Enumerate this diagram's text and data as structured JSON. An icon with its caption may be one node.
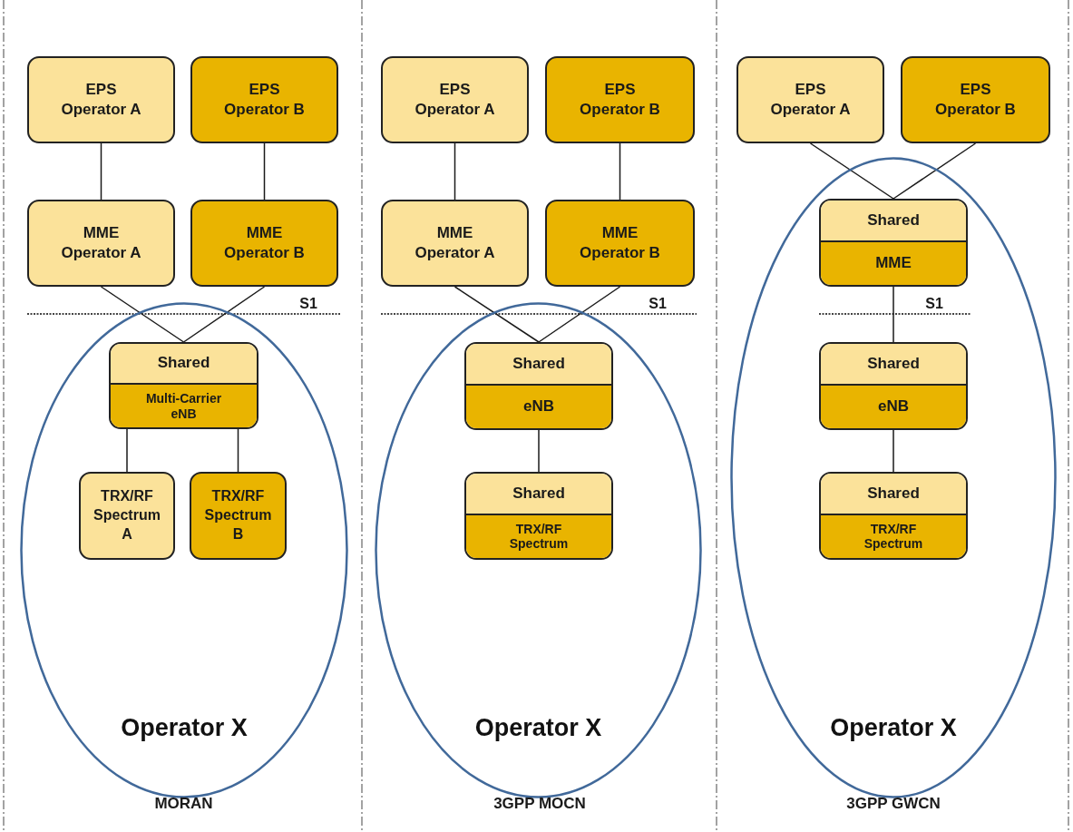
{
  "diagram": {
    "nodes": [
      {
        "text": [
          "EPS Operator A"
        ]
      },
      {
        "text": [
          "EPS Operator B"
        ]
      },
      {
        "text": [
          "MME Operator A"
        ]
      },
      {
        "text": [
          "MME Operator B"
        ]
      },
      {
        "text": [
          "Operator X"
        ]
      },
      {
        "text": [
          "Shared",
          "Multi-Carrier eNB"
        ],
        "in": 4
      },
      {
        "text": [
          "TRX/RF Spectrum A"
        ],
        "in": 4
      },
      {
        "text": [
          "TRX/RF Spectrum B"
        ],
        "in": 4
      },
      {
        "text": [
          "EPS Operator A"
        ]
      },
      {
        "text": [
          "EPS Operator B"
        ]
      },
      {
        "text": [
          "MME Operator A"
        ]
      },
      {
        "text": [
          "MME Operator B"
        ]
      },
      {
        "text": [
          "Operator X"
        ]
      },
      {
        "text": [
          "Shared",
          "eNB"
        ],
        "in": 12
      },
      {
        "text": [
          "Shared",
          "TRX/RF Spectrum"
        ],
        "in": 12
      },
      {
        "text": [
          "EPS Operator A"
        ]
      },
      {
        "text": [
          "EPS Operator B"
        ]
      },
      {
        "text": [
          "Operator X"
        ]
      },
      {
        "text": [
          "Shared",
          "MME"
        ],
        "in": 17
      },
      {
        "text": [
          "Shared",
          "eNB"
        ],
        "in": 17
      },
      {
        "text": [
          "Shared",
          "TRX/RF Spectrum"
        ],
        "in": 17
      }
    ],
    "edges": [
      {
        "from": 0,
        "to": 2,
        "arrow": "none"
      },
      {
        "from": 1,
        "to": 3,
        "arrow": "none"
      },
      {
        "from": 2,
        "to": 5,
        "arrow": "none"
      },
      {
        "from": 3,
        "to": 5,
        "arrow": "none"
      },
      {
        "from": 5,
        "to": 6,
        "arrow": "none"
      },
      {
        "from": 5,
        "to": 7,
        "arrow": "none"
      },
      {
        "from": 8,
        "to": 10,
        "arrow": "none"
      },
      {
        "from": 9,
        "to": 11,
        "arrow": "none"
      },
      {
        "from": 10,
        "to": 13,
        "arrow": "none"
      },
      {
        "from": 11,
        "to": 13,
        "arrow": "none"
      },
      {
        "from": 13,
        "to": 14,
        "arrow": "none"
      },
      {
        "from": 15,
        "to": 18,
        "arrow": "none"
      },
      {
        "from": 16,
        "to": 18,
        "arrow": "none"
      },
      {
        "from": 18,
        "to": 19,
        "arrow": "none"
      },
      {
        "from": 19,
        "to": 20,
        "arrow": "none"
      }
    ],
    "labels": [
      "S1",
      "S1",
      "S1",
      "MORAN",
      "3GPP MOCN",
      "3GPP GWCN"
    ]
  }
}
